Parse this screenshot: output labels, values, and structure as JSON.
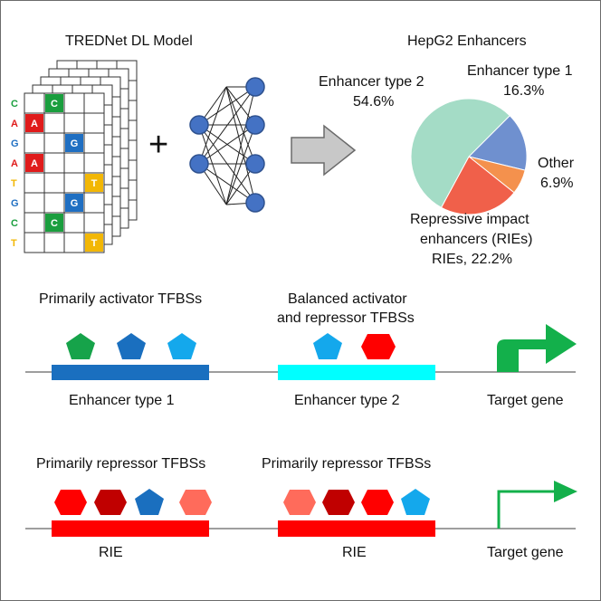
{
  "top_left": {
    "title": "TREDNet DL Model",
    "sequence": [
      {
        "base": "C",
        "color": "#1a9e3e"
      },
      {
        "base": "A",
        "color": "#e01b1b"
      },
      {
        "base": "G",
        "color": "#1f6fc2"
      },
      {
        "base": "A",
        "color": "#e01b1b"
      },
      {
        "base": "T",
        "color": "#f2b705"
      },
      {
        "base": "G",
        "color": "#1f6fc2"
      },
      {
        "base": "C",
        "color": "#1a9e3e"
      },
      {
        "base": "T",
        "color": "#f2b705"
      }
    ],
    "onehot_cells": [
      {
        "row": 0,
        "col": 1,
        "base": "C",
        "color": "#1a9e3e"
      },
      {
        "row": 1,
        "col": 0,
        "base": "A",
        "color": "#e01b1b"
      },
      {
        "row": 2,
        "col": 2,
        "base": "G",
        "color": "#1f6fc2"
      },
      {
        "row": 3,
        "col": 0,
        "base": "A",
        "color": "#e01b1b"
      },
      {
        "row": 4,
        "col": 3,
        "base": "T",
        "color": "#f2b705"
      },
      {
        "row": 5,
        "col": 2,
        "base": "G",
        "color": "#1f6fc2"
      },
      {
        "row": 6,
        "col": 1,
        "base": "C",
        "color": "#1a9e3e"
      },
      {
        "row": 7,
        "col": 3,
        "base": "T",
        "color": "#f2b705"
      }
    ],
    "plus_symbol": "+",
    "node_color": "#4472c4"
  },
  "top_right": {
    "title": "HepG2 Enhancers",
    "chart_data": {
      "type": "pie",
      "title": "HepG2 Enhancers",
      "slices": [
        {
          "name": "Enhancer type 1",
          "value": 16.3,
          "color": "#6f90cf"
        },
        {
          "name": "Other",
          "value": 6.9,
          "color": "#f4914d"
        },
        {
          "name": "Repressive impact enhancers (RIEs)",
          "value": 22.2,
          "color": "#f0604a"
        },
        {
          "name": "Enhancer type 2",
          "value": 54.6,
          "color": "#a4dcc6"
        }
      ]
    },
    "labels": {
      "type2_name": "Enhancer type 2",
      "type2_value": "54.6%",
      "type1_name": "Enhancer type 1",
      "type1_value": "16.3%",
      "other_name": "Other",
      "other_value": "6.9%",
      "rie_line1": "Repressive impact",
      "rie_line2": "enhancers (RIEs)",
      "rie_line3": "RIEs, 22.2%"
    }
  },
  "row1": {
    "label_left": "Primarily activator TFBSs",
    "label_mid_1": "Balanced activator",
    "label_mid_2": "and repressor TFBSs",
    "enh1": "Enhancer type 1",
    "enh2": "Enhancer type 2",
    "target": "Target gene",
    "colors": {
      "enh1_bar": "#1a6fbf",
      "enh2_bar": "#00ffff",
      "arrow": "#13b04b",
      "green": "#16a34a",
      "blue": "#1a6fbf",
      "sky": "#14a8ec",
      "red": "#ff0000"
    }
  },
  "row2": {
    "label_left": "Primarily repressor TFBSs",
    "label_mid": "Primarily repressor TFBSs",
    "rie_left": "RIE",
    "rie_right": "RIE",
    "target": "Target gene",
    "colors": {
      "rie_bar": "#ff0000",
      "arrow": "#13b04b",
      "red": "#ff0000",
      "darkred": "#c00000",
      "blue": "#1a6fbf",
      "salmon": "#ff6b5b",
      "sky": "#14a8ec"
    }
  }
}
